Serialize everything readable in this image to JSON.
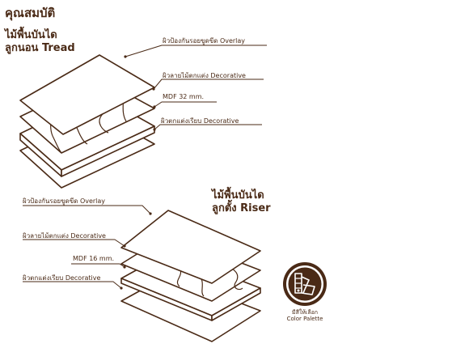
{
  "heading": "คุณสมบัติ",
  "tread": {
    "title_line1": "ไม้พื้นบันได",
    "title_line2": "ลูกนอน Tread",
    "labels": [
      "ผิวป้องกันรอยขูดขีด Overlay",
      "ผิวลายไม้ตกแต่ง Decorative",
      "MDF 32 mm.",
      "ผิวตกแต่งเรียบ Decorative"
    ]
  },
  "riser": {
    "title_line1": "ไม้พื้นบันได",
    "title_line2": "ลูกตั้ง Riser",
    "labels": [
      "ผิวป้องกันรอยขูดขีด Overlay",
      "ผิวลายไม้ตกแต่ง Decorative",
      "MDF 16 mm.",
      "ผิวตกแต่งเรียบ Decorative"
    ]
  },
  "badge": {
    "icon": "color-palette-icon",
    "caption_line1": "มีสีให้เลือก",
    "caption_line2": "Color Palette"
  },
  "colors": {
    "brand": "#4a2a16",
    "background": "#ffffff"
  }
}
